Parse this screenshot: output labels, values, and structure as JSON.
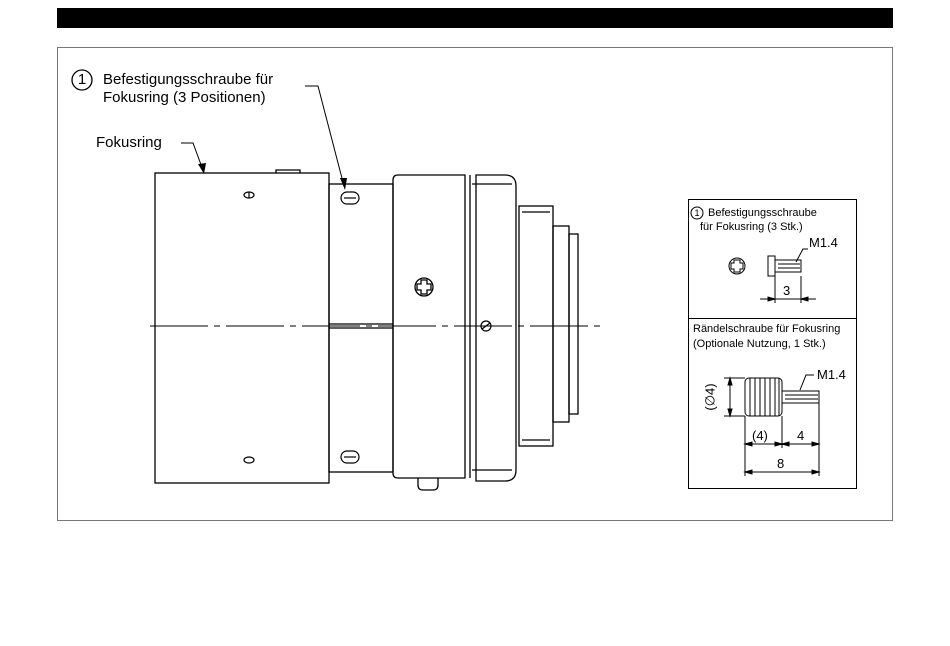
{
  "callout": {
    "number": "1",
    "line1": "Befestigungsschraube für",
    "line2": "Fokusring (3 Positionen)",
    "focus_ring": "Fokusring"
  },
  "box1": {
    "number": "1",
    "title1": "Befestigungsschraube",
    "title2": "für Fokusring (3 Stk.)",
    "thread": "M1.4",
    "length": "3"
  },
  "box2": {
    "title1": "Rändelschraube für Fokusring",
    "title2": "(Optionale Nutzung, 1 Stk.)",
    "thread": "M1.4",
    "diameter": "(∅4)",
    "head": "(4)",
    "shank": "4",
    "total": "8"
  }
}
